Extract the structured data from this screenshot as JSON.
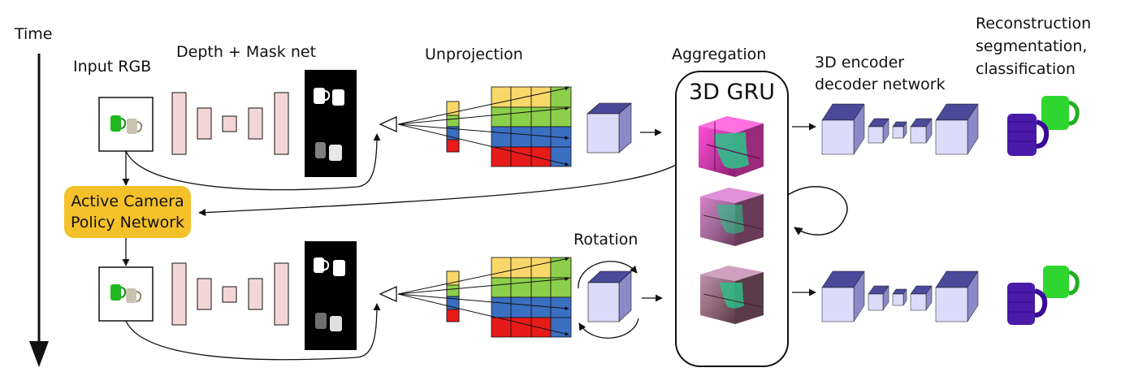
{
  "labels": {
    "time": "Time",
    "input_rgb": "Input RGB",
    "depth_mask_net": "Depth + Mask net",
    "unprojection": "Unprojection",
    "aggregation": "Aggregation",
    "gru": "3D GRU",
    "encoder_decoder_line1": "3D encoder",
    "encoder_decoder_line2": "decoder network",
    "recon_line1": "Reconstruction",
    "recon_line2": "segmentation,",
    "recon_line3": "classification",
    "policy_line1": "Active Camera",
    "policy_line2": "Policy Network",
    "rotation": "Rotation"
  },
  "colors": {
    "cnn_block": "#f4d6d6",
    "policy_box": "#f5c12a",
    "cube_front": "#dcdcfa",
    "cube_top": "#4a4a9a",
    "cube_side": "#8a8ac8",
    "grid_yellow": "#f9d86a",
    "grid_green": "#8ccf4a",
    "grid_blue": "#3a6fc2",
    "grid_red": "#e81b1b",
    "recon_purple": "#4a1aa8",
    "recon_green": "#2fd62f",
    "gru_magenta": "#e040c8",
    "gru_teal": "#2ac48a"
  },
  "icons": {
    "time_arrow": "down-arrow-icon",
    "camera_frustum": "camera-frustum-icon",
    "recurrent_loop": "loop-arrow-icon",
    "rotation_arrows": "rotate-arrows-icon"
  }
}
